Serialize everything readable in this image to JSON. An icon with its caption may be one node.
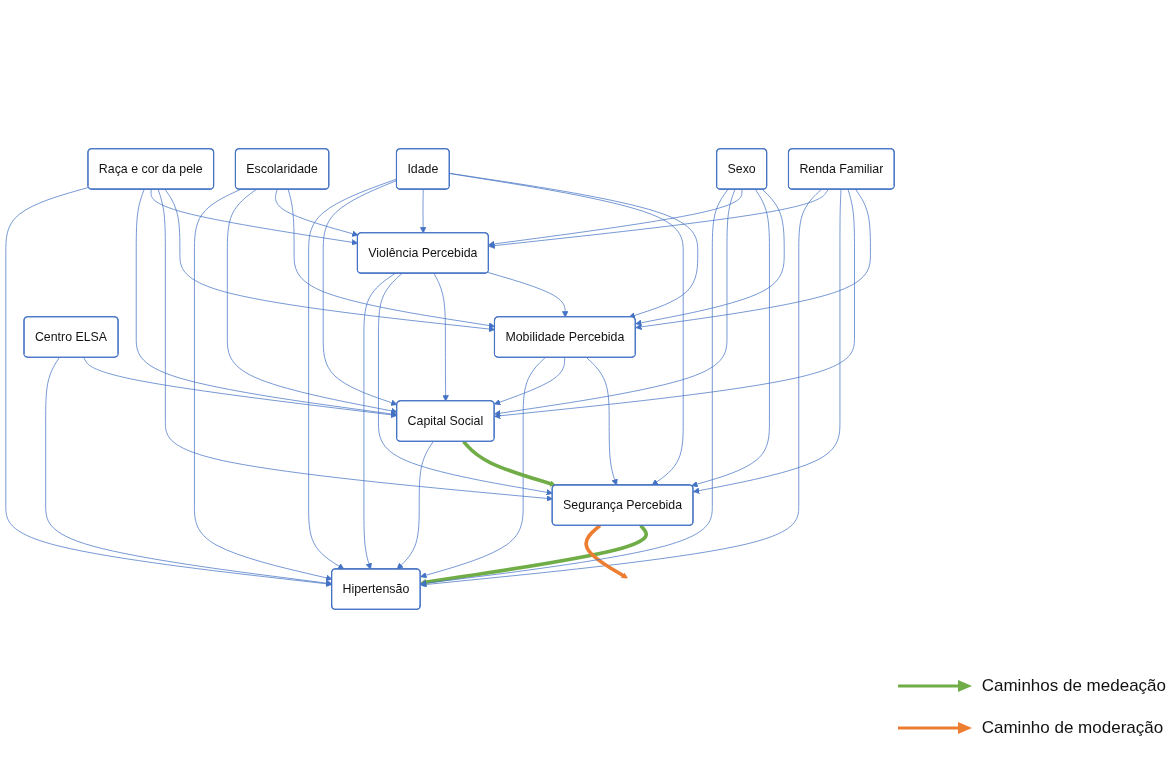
{
  "diagram": {
    "nodes": [
      {
        "text": [
          "Renda Familiar"
        ]
      },
      {
        "text": [
          "Mobilidade Percebida"
        ]
      },
      {
        "text": [
          "Violência Percebida"
        ]
      },
      {
        "text": [
          "Segurança Percebida"
        ]
      },
      {
        "text": [
          "Capital Social"
        ]
      },
      {
        "text": [
          "Hipertensão"
        ]
      },
      {
        "text": [
          "Sexo"
        ]
      },
      {
        "text": [
          "Idade"
        ]
      },
      {
        "text": [
          "Raça e cor da pele"
        ]
      },
      {
        "text": [
          "Escolaridade"
        ]
      },
      {
        "text": [
          "Centro ELSA"
        ]
      }
    ],
    "edges": [
      {
        "from": 0,
        "to": 1,
        "arrow": "to"
      },
      {
        "from": 0,
        "to": 4,
        "arrow": "to"
      },
      {
        "from": 0,
        "to": 3,
        "arrow": "to"
      },
      {
        "from": 0,
        "to": 2,
        "arrow": "to"
      },
      {
        "from": 0,
        "to": 5,
        "arrow": "to"
      },
      {
        "from": 2,
        "to": 1,
        "arrow": "to"
      },
      {
        "from": 2,
        "to": 4,
        "arrow": "to"
      },
      {
        "from": 2,
        "to": 3,
        "arrow": "to"
      },
      {
        "from": 2,
        "to": 5,
        "arrow": "to"
      },
      {
        "from": 1,
        "to": 3,
        "arrow": "to"
      },
      {
        "from": 1,
        "to": 4,
        "arrow": "to"
      },
      {
        "from": 1,
        "to": 5,
        "arrow": "to"
      },
      {
        "from": 4,
        "to": 3,
        "arrow": "to",
        "style": "thick",
        "color": "#70ad47"
      },
      {
        "from": 4,
        "to": 5,
        "arrow": "to"
      },
      {
        "from": 3,
        "to": 5,
        "arrow": "to",
        "style": "thick",
        "color": "#70ad47"
      },
      {
        "from": 3,
        "to": null,
        "arrow": "to",
        "style": "thick",
        "color": "#ed7d31"
      },
      {
        "from": 6,
        "to": 1,
        "arrow": "to"
      },
      {
        "from": 6,
        "to": 3,
        "arrow": "to"
      },
      {
        "from": 6,
        "to": 2,
        "arrow": "to"
      },
      {
        "from": 6,
        "to": 4,
        "arrow": "to"
      },
      {
        "from": 6,
        "to": 5,
        "arrow": "to"
      },
      {
        "from": 7,
        "to": 1,
        "arrow": "to"
      },
      {
        "from": 7,
        "to": 3,
        "arrow": "to"
      },
      {
        "from": 7,
        "to": 2,
        "arrow": "to"
      },
      {
        "from": 7,
        "to": 4,
        "arrow": "to"
      },
      {
        "from": 7,
        "to": 5,
        "arrow": "to"
      },
      {
        "from": 8,
        "to": 1,
        "arrow": "to"
      },
      {
        "from": 8,
        "to": 3,
        "arrow": "to"
      },
      {
        "from": 8,
        "to": 2,
        "arrow": "to"
      },
      {
        "from": 8,
        "to": 4,
        "arrow": "to"
      },
      {
        "from": 8,
        "to": 5,
        "arrow": "to"
      },
      {
        "from": 9,
        "to": 1,
        "arrow": "to"
      },
      {
        "from": 9,
        "to": 2,
        "arrow": "to"
      },
      {
        "from": 9,
        "to": 4,
        "arrow": "to"
      },
      {
        "from": 9,
        "to": 5,
        "arrow": "to"
      },
      {
        "from": 10,
        "to": 4,
        "arrow": "to"
      },
      {
        "from": 10,
        "to": 5,
        "arrow": "to"
      }
    ],
    "legend": [
      {
        "text": "Caminhos de medeação"
      },
      {
        "text": "Caminho de moderação"
      }
    ]
  }
}
